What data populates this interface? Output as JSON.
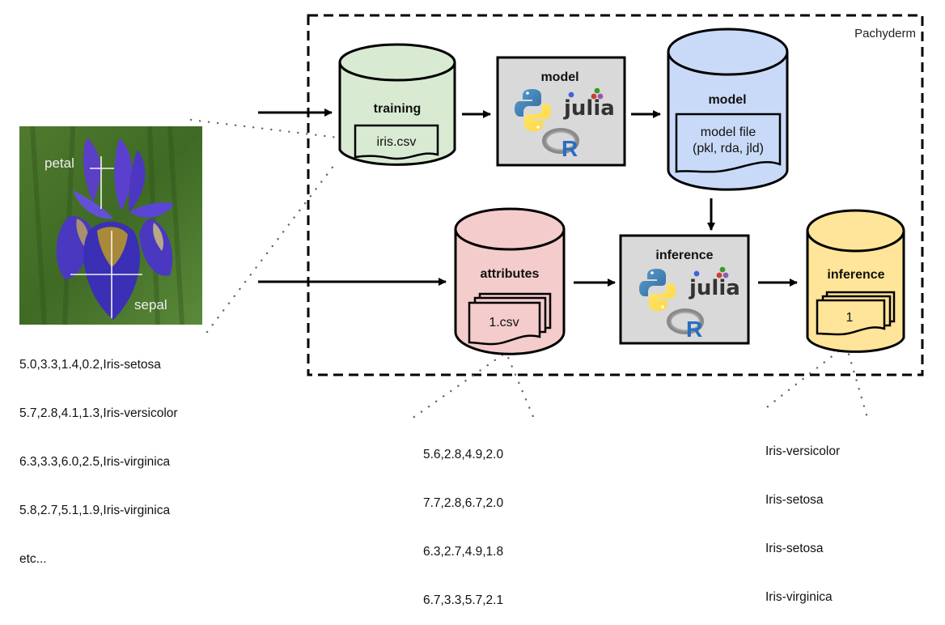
{
  "boundary": {
    "label": "Pachyderm"
  },
  "iris_image": {
    "petal_label": "petal",
    "sepal_label": "sepal"
  },
  "training_data": {
    "lines": [
      "5.0,3.3,1.4,0.2,Iris-setosa",
      "5.7,2.8,4.1,1.3,Iris-versicolor",
      "6.3,3.3,6.0,2.5,Iris-virginica",
      "5.8,2.7,5.1,1.9,Iris-virginica",
      "etc..."
    ]
  },
  "repos": {
    "training": {
      "title": "training",
      "file": "iris.csv",
      "color": "#d9ead3"
    },
    "model": {
      "title": "model",
      "file_line1": "model file",
      "file_line2": "(pkl, rda, jld)",
      "color": "#c9daf8"
    },
    "attributes": {
      "title": "attributes",
      "file": "1.csv",
      "color": "#f4cccc"
    },
    "inference": {
      "title": "inference",
      "file": "1",
      "color": "#ffe599"
    }
  },
  "pipelines": {
    "model": {
      "title": "model",
      "languages": [
        "python",
        "julia",
        "R"
      ],
      "color": "#d9d9d9"
    },
    "inference": {
      "title": "inference",
      "languages": [
        "python",
        "julia",
        "R"
      ],
      "color": "#d9d9d9"
    }
  },
  "logos": {
    "julia_text": "julia",
    "r_text": "R"
  },
  "attribute_samples": {
    "lines": [
      "5.6,2.8,4.9,2.0",
      "7.7,2.8,6.7,2.0",
      "6.3,2.7,4.9,1.8",
      "6.7,3.3,5.7,2.1"
    ]
  },
  "inference_results": {
    "lines": [
      "Iris-versicolor",
      "Iris-setosa",
      "Iris-setosa",
      "Iris-virginica"
    ]
  }
}
